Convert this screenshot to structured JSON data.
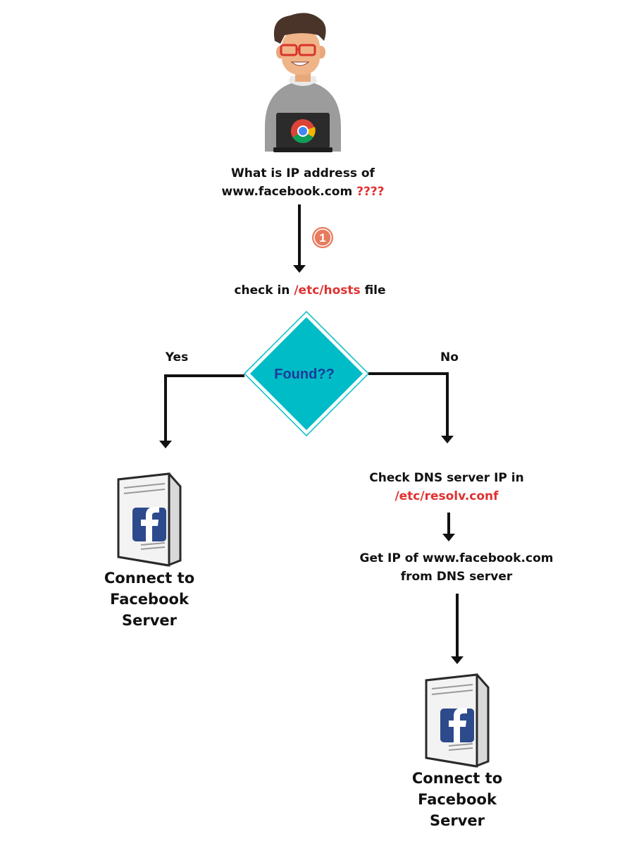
{
  "question": {
    "line1": "What is IP address of",
    "line2_prefix": "www.facebook.com",
    "line2_suffix": "????"
  },
  "step_badge": "1",
  "check_hosts": {
    "prefix": "check in",
    "path": "/etc/hosts",
    "suffix": "file"
  },
  "decision": {
    "text": "Found??",
    "yes_label": "Yes",
    "no_label": "No"
  },
  "left_server": {
    "caption_line1": "Connect to",
    "caption_line2": "Facebook",
    "caption_line3": "Server"
  },
  "dns_check": {
    "line1": "Check DNS server IP in",
    "path": "/etc/resolv.conf"
  },
  "dns_get": {
    "line1": "Get IP of www.facebook.com",
    "line2": "from DNS server"
  },
  "right_server": {
    "caption_line1": "Connect to",
    "caption_line2": "Facebook",
    "caption_line3": "Server"
  },
  "colors": {
    "accent_red": "#e03131",
    "badge": "#e87a5d",
    "diamond_fill": "#00bcc6",
    "diamond_text": "#1b3a9a",
    "facebook_blue": "#2d4a8c",
    "arrow": "#111111"
  },
  "icons": [
    "user-icon",
    "chrome-icon",
    "laptop-icon",
    "server-icon",
    "facebook-icon"
  ]
}
